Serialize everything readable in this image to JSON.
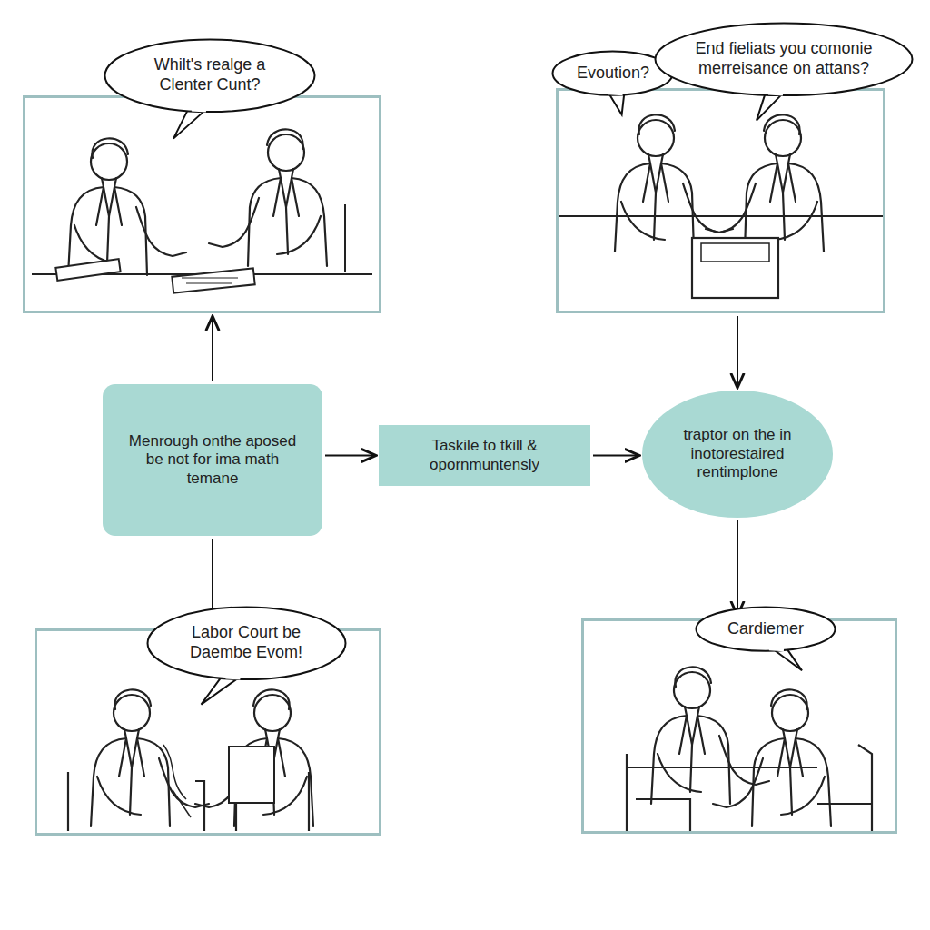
{
  "diagram": {
    "nodes": [
      {
        "text": [
          "Whilt's realge a Clenter Cunt?"
        ]
      },
      {
        "text": [
          "Evoution?",
          "End fieliats you comonie merreisance on attans?"
        ]
      },
      {
        "text": [
          "Menrough onthe aposed be not for ima math temane"
        ]
      },
      {
        "text": [
          "Taskile to tkill & opornmuntensly"
        ]
      },
      {
        "text": [
          "traptor on the in inotorestaired rentimplone"
        ]
      },
      {
        "text": [
          "Labor Court be Daembe Evom!"
        ]
      },
      {
        "text": [
          "Cardiemer"
        ]
      }
    ],
    "edges": [
      {
        "from": 2,
        "to": 0,
        "arrow": "to"
      },
      {
        "from": 1,
        "to": 4,
        "arrow": "to"
      },
      {
        "from": 2,
        "to": 3,
        "arrow": "to"
      },
      {
        "from": 3,
        "to": 4,
        "arrow": "to"
      },
      {
        "from": 2,
        "to": 5,
        "arrow": "to"
      },
      {
        "from": 4,
        "to": 6,
        "arrow": "to"
      }
    ]
  }
}
